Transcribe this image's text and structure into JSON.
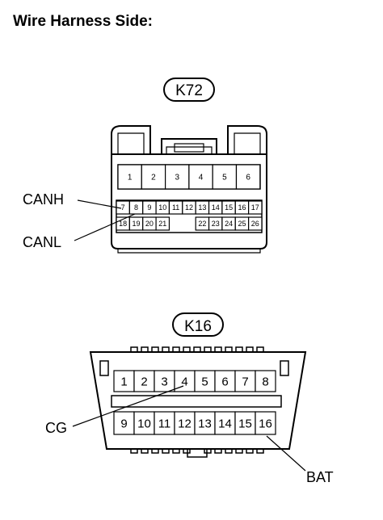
{
  "heading": "Wire Harness Side:",
  "connectors": {
    "k72": {
      "label": "K72",
      "upper_pins": [
        "1",
        "2",
        "3",
        "4",
        "5",
        "6"
      ],
      "lower_row1": [
        "7",
        "8",
        "9",
        "10",
        "11",
        "12",
        "13",
        "14",
        "15",
        "16",
        "17"
      ],
      "lower_row2": [
        "18",
        "19",
        "20",
        "21",
        "",
        "",
        "22",
        "23",
        "24",
        "25",
        "26"
      ]
    },
    "k16": {
      "label": "K16",
      "row1": [
        "1",
        "2",
        "3",
        "4",
        "5",
        "6",
        "7",
        "8"
      ],
      "row2": [
        "9",
        "10",
        "11",
        "12",
        "13",
        "14",
        "15",
        "16"
      ]
    }
  },
  "callouts": {
    "canh": "CANH",
    "canl": "CANL",
    "cg": "CG",
    "bat": "BAT"
  }
}
